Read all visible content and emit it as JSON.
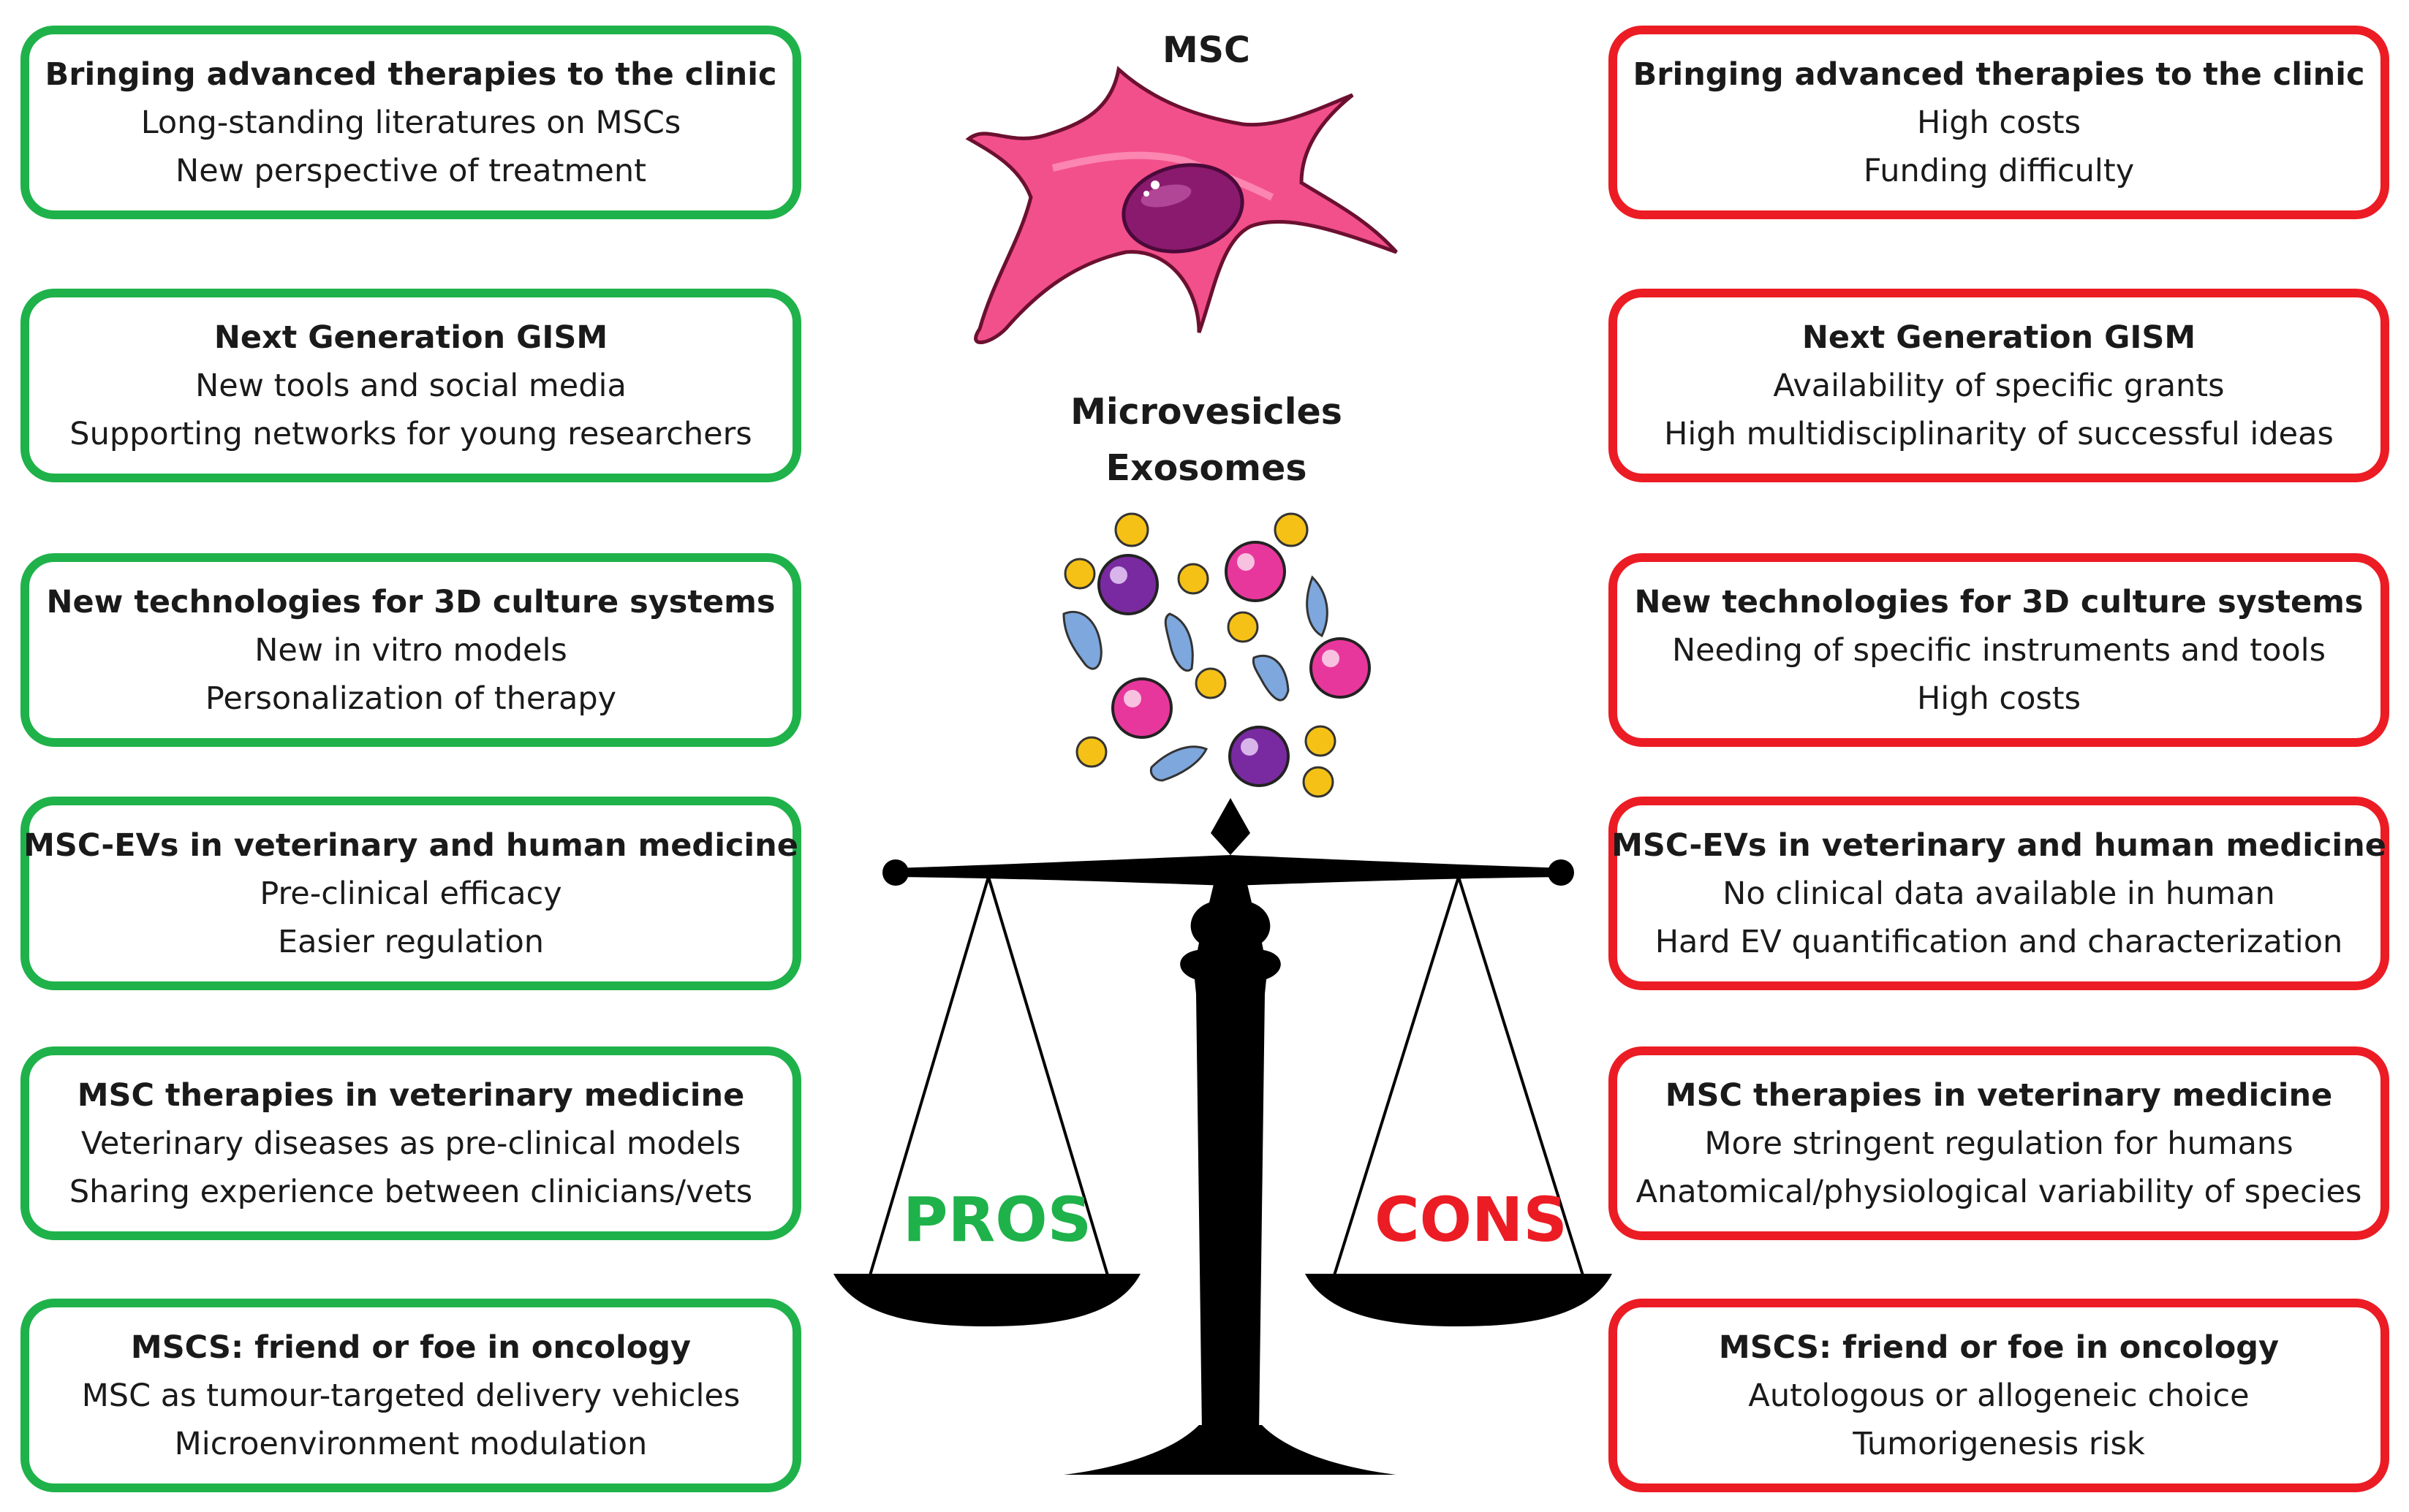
{
  "center": {
    "msc_label": "MSC",
    "vesicles_line1": "Microvesicles",
    "vesicles_line2": "Exosomes",
    "pros_label": "PROS",
    "cons_label": "CONS"
  },
  "colors": {
    "pros": "#1fb24a",
    "cons": "#ec1c24",
    "cell": "#f2508a",
    "nucleus": "#8a1a6e"
  },
  "pros": [
    {
      "title": "Bringing  advanced  therapies to the clinic",
      "lines": [
        "Long-standing literatures on MSCs",
        "New  perspective of treatment"
      ]
    },
    {
      "title": "Next Generation GISM",
      "lines": [
        "New  tools and social media",
        "Supporting networks for young researchers"
      ]
    },
    {
      "title": "New technologies  for 3D culture systems",
      "lines": [
        "New  in vitro models",
        "Personalization of therapy"
      ]
    },
    {
      "title": "MSC-EVs  in veterinary and  human medicine",
      "lines": [
        "Pre-clinical efficacy",
        "Easier regulation"
      ]
    },
    {
      "title": "MSC therapies in veterinary medicine",
      "lines": [
        "Veterinary diseases as pre-clinical models",
        "Sharing experience between  clinicians/vets"
      ]
    },
    {
      "title": "MSCS: friend or foe in oncology",
      "lines": [
        "MSC as tumour-targeted  delivery vehicles",
        "Microenvironment modulation"
      ]
    }
  ],
  "cons": [
    {
      "title": "Bringing  advanced  therapies to the clinic",
      "lines": [
        "High costs",
        "Funding difficulty"
      ]
    },
    {
      "title": "Next Generation GISM",
      "lines": [
        "Availability of specific grants",
        "High multidisciplinarity of successful ideas"
      ]
    },
    {
      "title": "New technologies  for 3D culture systems",
      "lines": [
        "Needing of specific instruments and tools",
        "High costs"
      ]
    },
    {
      "title": "MSC-EVs  in veterinary and  human medicine",
      "lines": [
        "No  clinical data available in human",
        "Hard EV  quantification and characterization"
      ]
    },
    {
      "title": "MSC therapies in veterinary medicine",
      "lines": [
        "More  stringent regulation for humans",
        "Anatomical/physiological variability of species"
      ]
    },
    {
      "title": "MSCS: friend or foe in oncology",
      "lines": [
        "Autologous or allogeneic choice",
        "Tumorigenesis risk"
      ]
    }
  ]
}
